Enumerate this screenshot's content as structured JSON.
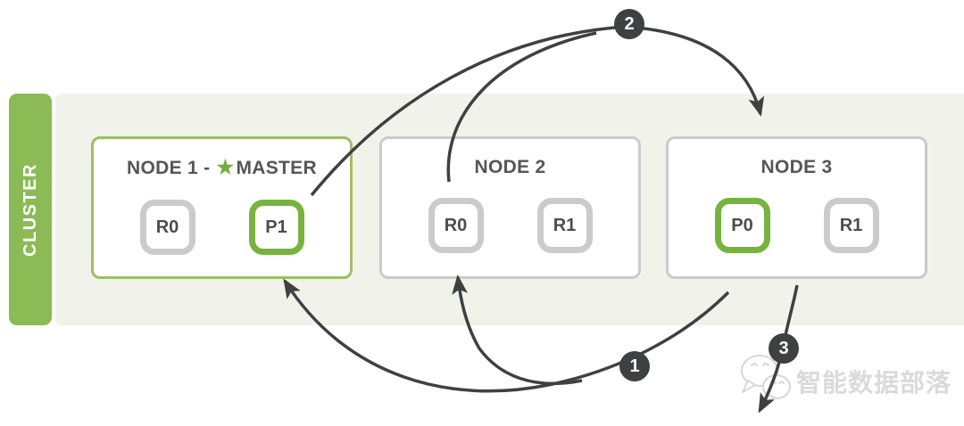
{
  "cluster": {
    "label": "CLUSTER",
    "nodes": [
      {
        "title": "NODE 1 -",
        "star": "★",
        "master_label": "MASTER",
        "is_master": true,
        "shards": [
          {
            "label": "R0",
            "type": "replica"
          },
          {
            "label": "P1",
            "type": "primary"
          }
        ]
      },
      {
        "title": "NODE 2",
        "is_master": false,
        "shards": [
          {
            "label": "R0",
            "type": "replica"
          },
          {
            "label": "R1",
            "type": "replica"
          }
        ]
      },
      {
        "title": "NODE 3",
        "is_master": false,
        "shards": [
          {
            "label": "P0",
            "type": "primary"
          },
          {
            "label": "R1",
            "type": "replica"
          }
        ]
      }
    ]
  },
  "flow_steps": [
    {
      "number": "1"
    },
    {
      "number": "2"
    },
    {
      "number": "3"
    }
  ],
  "watermark": {
    "icon": "wechat-icon",
    "text": "智能数据部落"
  },
  "colors": {
    "primary_shard_green": "#76B33F",
    "master_node_border_green": "#9CBF63",
    "cluster_tab_green": "#8CBA55",
    "star_green": "#72AD3C",
    "replica_border_gray": "#CBCBCB",
    "band_background": "#F1F3EB",
    "title_text": "#55565A",
    "arrow_dark": "#3F4042",
    "watermark_gray": "#D9DADA"
  }
}
